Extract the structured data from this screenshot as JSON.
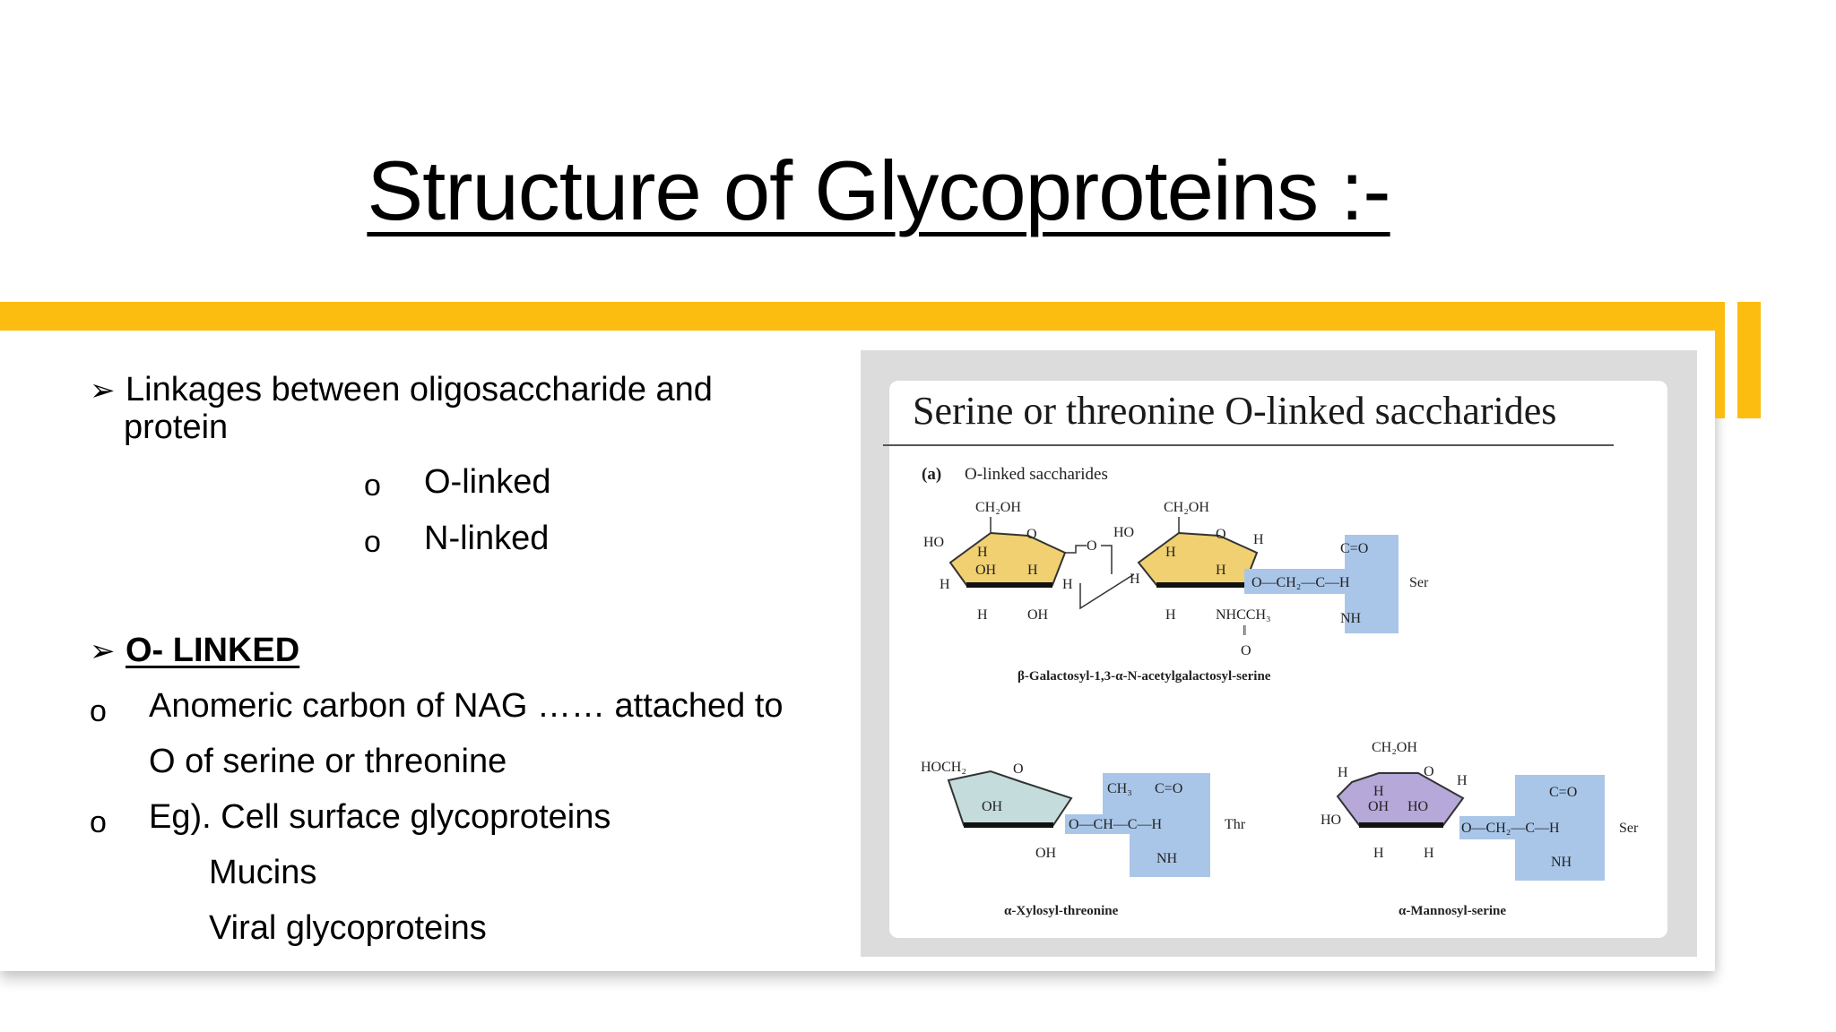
{
  "title": "Structure of Glycoproteins :-",
  "colors": {
    "accent": "#fdbd10",
    "sugar_yellow": "#f0d070",
    "sugar_teal": "#c4dcdc",
    "sugar_purple": "#b6a8d8",
    "amino_blue": "#a9c6e8"
  },
  "left": {
    "bullet_glyph": "➢",
    "circle_glyph": "o",
    "linkages_line1": "Linkages between oligosaccharide and",
    "linkages_line2": "protein",
    "sub1": "O-linked",
    "sub2": "N-linked",
    "olinked_heading": "O- LINKED",
    "point1_line1": "Anomeric carbon of NAG …… attached to",
    "point1_line2": "O of serine or threonine",
    "point2": "Eg). Cell surface glycoproteins",
    "example1": "Mucins",
    "example2": "Viral glycoproteins"
  },
  "figure": {
    "heading": "Serine or threonine O-linked saccharides",
    "part_label": "(a)",
    "part_title": "O-linked saccharides",
    "s1": {
      "ch2oh_a": "CH₂OH",
      "o_a": "O",
      "ho_a": "HO",
      "h_a1": "H",
      "oh_a": "OH",
      "h_a2": "H",
      "h_a3": "H",
      "h_a4": "H",
      "h_bot_a": "H",
      "oh_bot_a": "OH",
      "bridge_o": "O",
      "ch2oh_b": "CH₂OH",
      "o_b": "O",
      "ho_b": "HO",
      "h_b1": "H",
      "h_b2": "H",
      "h_b3": "H",
      "h_b4": "H",
      "h_bot_b": "H",
      "nhcch3": "NHCCH₃",
      "eq": "‖",
      "o_bot": "O",
      "co": "C=O",
      "chain": "O—CH₂—C—H",
      "nh": "NH",
      "aa": "Ser",
      "name": "β-Galactosyl-1,3-α-N-acetylgalactosyl-serine"
    },
    "s2": {
      "hoch2": "HOCH₂",
      "o": "O",
      "oh": "OH",
      "oh_bot": "OH",
      "ch3": "CH₃",
      "co": "C=O",
      "chain": "O—CH—C—H",
      "nh": "NH",
      "aa": "Thr",
      "name": "α-Xylosyl-threonine"
    },
    "s3": {
      "ch2oh": "CH₂OH",
      "o": "O",
      "h1": "H",
      "h2": "H",
      "h3": "H",
      "oh": "OH",
      "ho_in": "HO",
      "ho": "HO",
      "h_bot1": "H",
      "h_bot2": "H",
      "co": "C=O",
      "chain": "O—CH₂—C—H",
      "nh": "NH",
      "aa": "Ser",
      "name": "α-Mannosyl-serine"
    }
  }
}
